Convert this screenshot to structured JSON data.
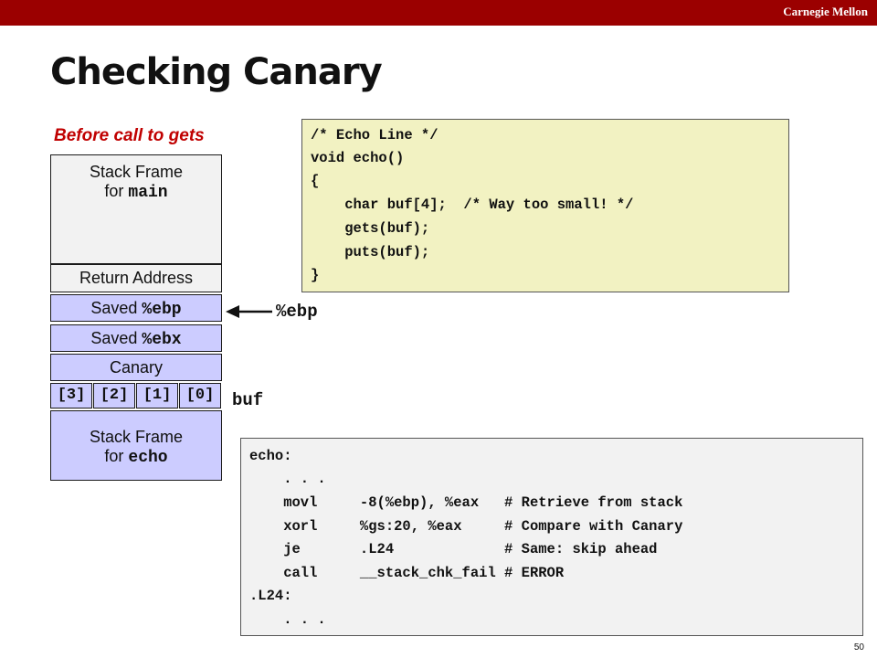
{
  "header": {
    "institution": "Carnegie Mellon"
  },
  "slide": {
    "title": "Checking Canary",
    "page_number": "50"
  },
  "diagram": {
    "caption": "Before call to gets",
    "stack": {
      "main_frame_line1": "Stack Frame",
      "main_frame_prefix": "for ",
      "main_frame_func": "main",
      "return_address": "Return Address",
      "saved_prefix": "Saved ",
      "saved_ebp_reg": "%ebp",
      "saved_ebx_reg": "%ebx",
      "canary": "Canary",
      "buf_cells": [
        "[3]",
        "[2]",
        "[1]",
        "[0]"
      ],
      "echo_frame_line1": "Stack Frame",
      "echo_frame_prefix": "for ",
      "echo_frame_func": "echo"
    },
    "pointers": {
      "ebp_label": "%ebp",
      "buf_label": "buf"
    },
    "colors": {
      "header": "#9b0000",
      "caption": "#c00000",
      "frame_fill": "#ccccff",
      "code_c_bg": "#f2f2c2",
      "code_asm_bg": "#f2f2f2"
    }
  },
  "c_code": [
    "/* Echo Line */",
    "void echo()",
    "{",
    "    char buf[4];  /* Way too small! */",
    "    gets(buf);",
    "    puts(buf);",
    "}"
  ],
  "asm_code": [
    "echo:",
    "    . . .",
    "    movl     -8(%ebp), %eax   # Retrieve from stack",
    "    xorl     %gs:20, %eax     # Compare with Canary",
    "    je       .L24             # Same: skip ahead",
    "    call     __stack_chk_fail # ERROR",
    ".L24:",
    "    . . ."
  ]
}
